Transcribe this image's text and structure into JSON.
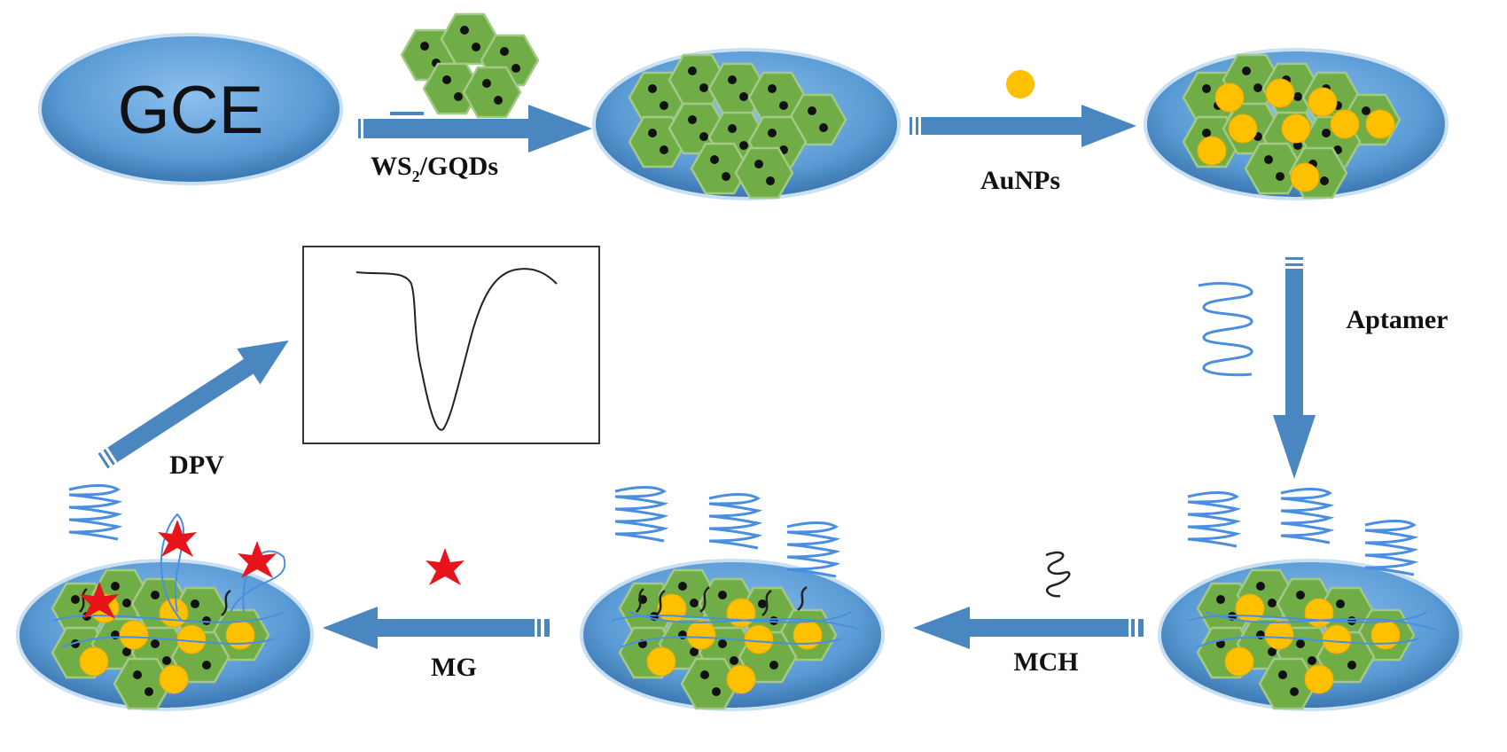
{
  "electrode_label": "GCE",
  "steps": {
    "ws2_gqds": {
      "label_main": "WS",
      "label_sub": "2",
      "label_tail": "/GQDs"
    },
    "aunps": {
      "label": "AuNPs"
    },
    "aptamer": {
      "label": "Aptamer"
    },
    "mch": {
      "label": "MCH"
    },
    "mg": {
      "label": "MG"
    },
    "dpv": {
      "label": "DPV"
    }
  },
  "colors": {
    "electrode": "#5b9bd5",
    "arrow": "#4a86c0",
    "hexagon": "#70ad47",
    "gold": "#ffc000",
    "aptamer": "#4a8ee0",
    "target_star": "#e8141c"
  },
  "icons": [
    "electrode-disk",
    "ws2-gqds-hexagon",
    "gold-nanoparticle",
    "aptamer-strand",
    "mch-molecule",
    "malachite-green-star",
    "dpv-voltammogram"
  ]
}
